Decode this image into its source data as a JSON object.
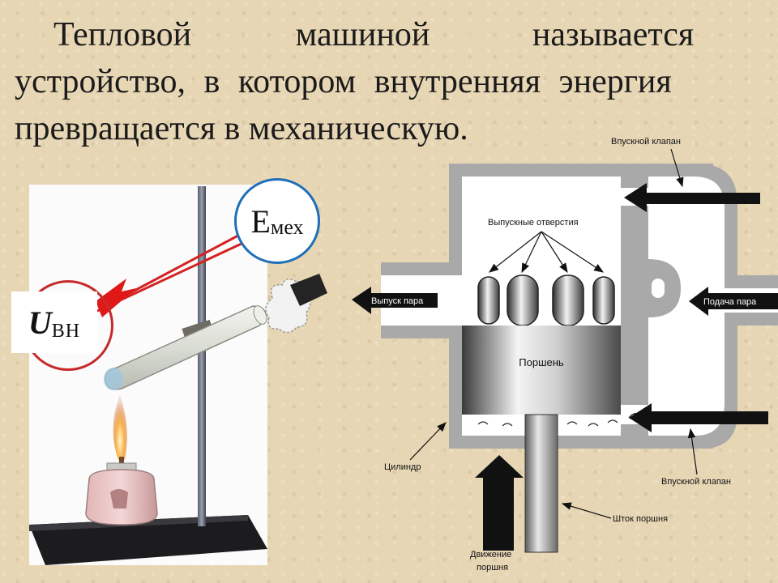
{
  "title": {
    "line1_word1": "Тепловой",
    "line1_word2": "машиной",
    "line1_word3": "называется",
    "line2": "устройство, в котором внутренняя энергия",
    "line3": "превращается в механическую."
  },
  "energy_labels": {
    "emex_main": "E",
    "emex_sub": "мех",
    "uvn_main": "U",
    "uvn_sub": "ВН"
  },
  "engine": {
    "intake_valve_top": "Впускной клапан",
    "exhaust_ports": "Выпускные отверстия",
    "steam_exhaust": "Выпуск пара",
    "steam_supply": "Подача пара",
    "piston": "Поршень",
    "cylinder": "Цилиндр",
    "intake_valve_bottom": "Впускной клапан",
    "piston_rod": "Шток поршня",
    "piston_motion_line1": "Движение",
    "piston_motion_line2": "поршня"
  },
  "colors": {
    "background": "#e7d6b4",
    "ring_blue": "#1f6fb8",
    "ring_red": "#c62a2a",
    "cylinder_wall": "#a9a9a9"
  }
}
